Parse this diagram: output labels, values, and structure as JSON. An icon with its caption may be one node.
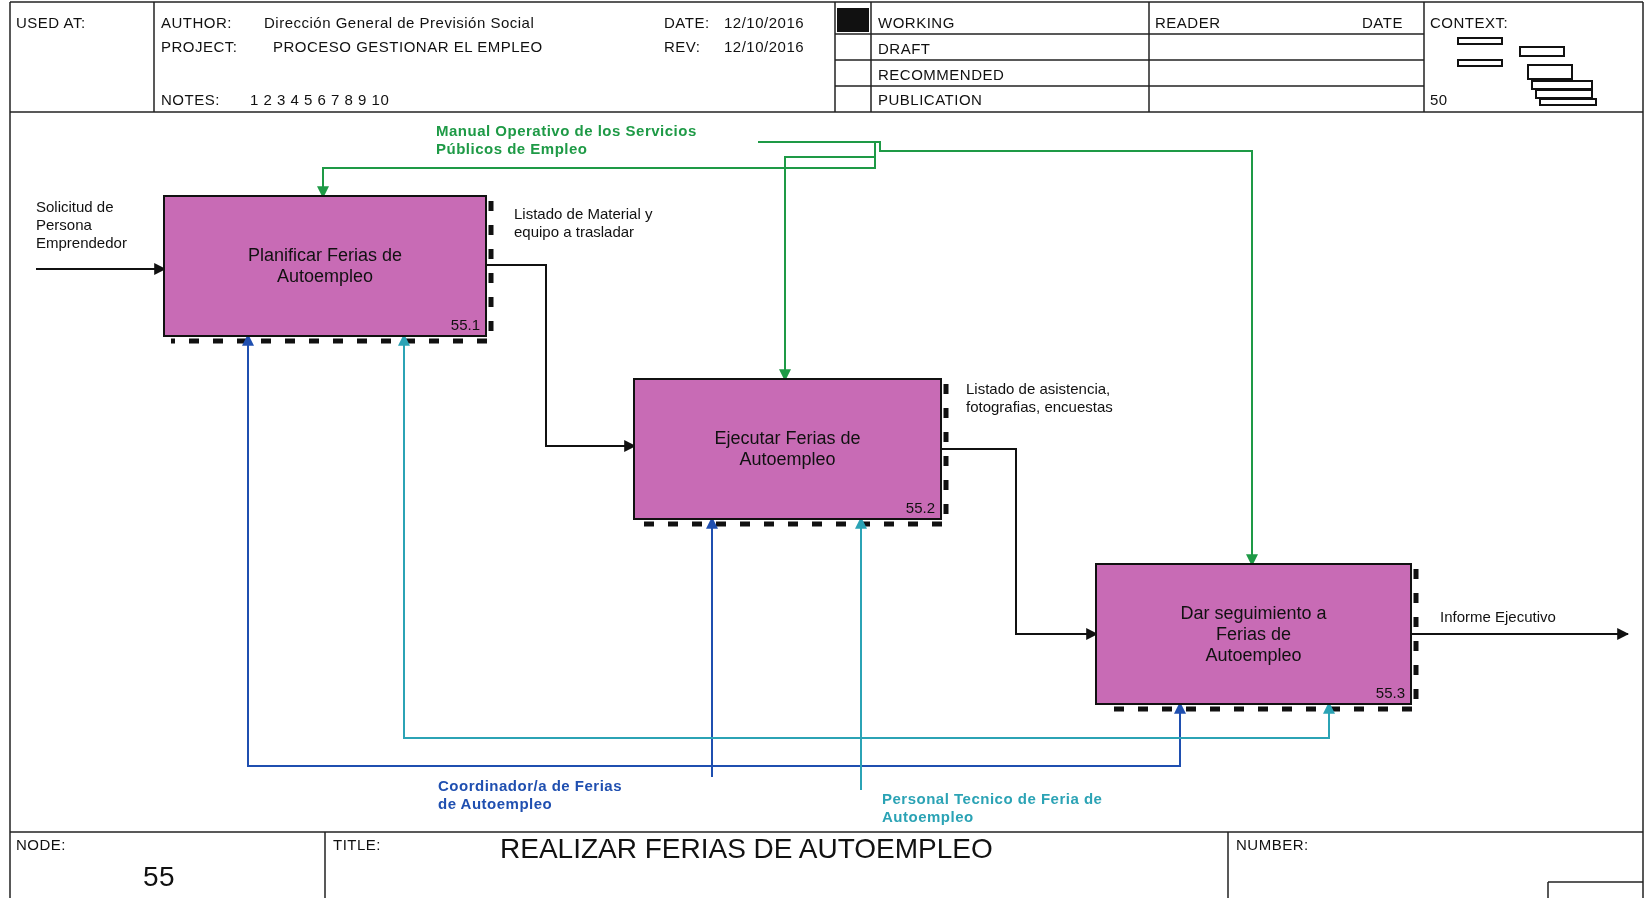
{
  "diagram": {
    "title": "REALIZAR FERIAS DE AUTOEMPLEO",
    "nodes": [
      {
        "text": [
          "Manual Operativo de los Servicios Públicos de Empleo"
        ]
      },
      {
        "text": [
          "Solicitud de Persona Emprendedor"
        ]
      },
      {
        "text": [
          "Planificar Ferias de Autoempleo",
          "55.1"
        ]
      },
      {
        "text": [
          "Ejecutar Ferias de Autoempleo",
          "55.2"
        ]
      },
      {
        "text": [
          "Dar seguimiento a Ferias de Autoempleo",
          "55.3"
        ]
      },
      {
        "text": [
          "Coordinador/a de Ferias de Autoempleo"
        ]
      },
      {
        "text": [
          "Personal Tecnico de Feria de Autoempleo"
        ]
      }
    ],
    "edges": [
      {
        "from": 1,
        "to": 2,
        "arrow": "to"
      },
      {
        "from": 0,
        "to": 2,
        "arrow": "to",
        "color": "#1e9a46"
      },
      {
        "from": 0,
        "to": 3,
        "arrow": "to",
        "color": "#1e9a46"
      },
      {
        "from": 0,
        "to": 4,
        "arrow": "to",
        "color": "#1e9a46"
      },
      {
        "from": 2,
        "to": 3,
        "arrow": "to",
        "label": "Listado de Material y equipo a trasladar"
      },
      {
        "from": 3,
        "to": 4,
        "arrow": "to",
        "label": "Listado de asistencia, fotografias, encuestas"
      },
      {
        "from": 4,
        "to": null,
        "arrow": "to",
        "label": "Informe Ejecutivo"
      },
      {
        "from": 5,
        "to": 2,
        "arrow": "to",
        "color": "#1f4fb0"
      },
      {
        "from": 5,
        "to": 3,
        "arrow": "to",
        "color": "#1f4fb0"
      },
      {
        "from": 5,
        "to": 4,
        "arrow": "to",
        "color": "#1f4fb0"
      },
      {
        "from": 6,
        "to": 2,
        "arrow": "to",
        "color": "#2ba3b5"
      },
      {
        "from": 6,
        "to": 3,
        "arrow": "to",
        "color": "#2ba3b5"
      },
      {
        "from": 6,
        "to": 4,
        "arrow": "to",
        "color": "#2ba3b5"
      }
    ],
    "labels": [
      "USED AT:",
      "AUTHOR:",
      "Dirección General de Previsión Social",
      "DATE:",
      "12/10/2016",
      "WORKING",
      "READER",
      "DATE",
      "CONTEXT:",
      "PROJECT:",
      "PROCESO GESTIONAR EL EMPLEO",
      "REV:",
      "12/10/2016",
      "DRAFT",
      "RECOMMENDED",
      "NOTES:",
      "1 2 3 4 5 6 7 8 9 10",
      "PUBLICATION",
      "50",
      "NODE:",
      "55",
      "TITLE:",
      "NUMBER:"
    ]
  }
}
